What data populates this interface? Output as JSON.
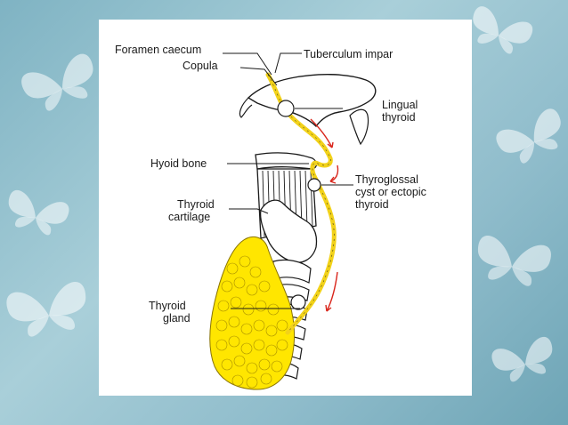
{
  "diagram": {
    "labels": {
      "foramen_caecum": "Foramen caecum",
      "copula": "Copula",
      "tuberculum_impar": "Tuberculum impar",
      "lingual_thyroid_1": "Lingual",
      "lingual_thyroid_2": "thyroid",
      "hyoid_bone": "Hyoid bone",
      "thyroglossal_1": "Thyroglossal",
      "thyroglossal_2": "cyst or ectopic",
      "thyroglossal_3": "thyroid",
      "thyroid_cartilage_1": "Thyroid",
      "thyroid_cartilage_2": "cartilage",
      "thyroid_gland_1": "Thyroid",
      "thyroid_gland_2": "gland"
    },
    "colors": {
      "gland_fill": "#ffe600",
      "duct_yellow": "#f2d21a",
      "arrow_red": "#d9261c",
      "line": "#1a1a1a"
    }
  }
}
